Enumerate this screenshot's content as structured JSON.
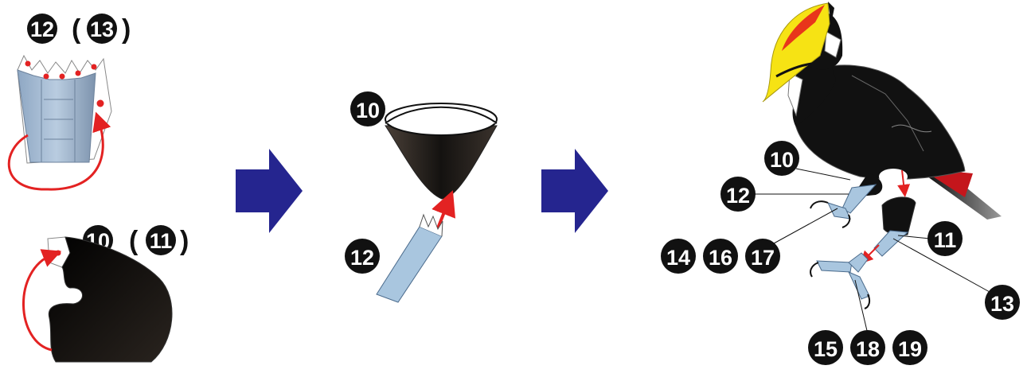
{
  "diagram": {
    "panel_a": {
      "top_labels": {
        "primary": "12",
        "secondary": "13"
      },
      "bottom_labels": {
        "primary": "10",
        "secondary": "11"
      }
    },
    "panel_b": {
      "upper_label": "10",
      "lower_label": "12"
    },
    "panel_c": {
      "label_10": "10",
      "label_12": "12",
      "label_14": "14",
      "label_16": "16",
      "label_17": "17",
      "label_11": "11",
      "label_13": "13",
      "label_15": "15",
      "label_18": "18",
      "label_19": "19"
    },
    "colors": {
      "arrow_fill": "#25258f",
      "red_marker": "#e32222",
      "leg_blue": "#a9c6df",
      "body_black": "#111111",
      "beak_yellow": "#f6e314",
      "tail_red": "#c4161c"
    },
    "icons": [
      "right-arrow-icon",
      "right-arrow-icon"
    ]
  }
}
